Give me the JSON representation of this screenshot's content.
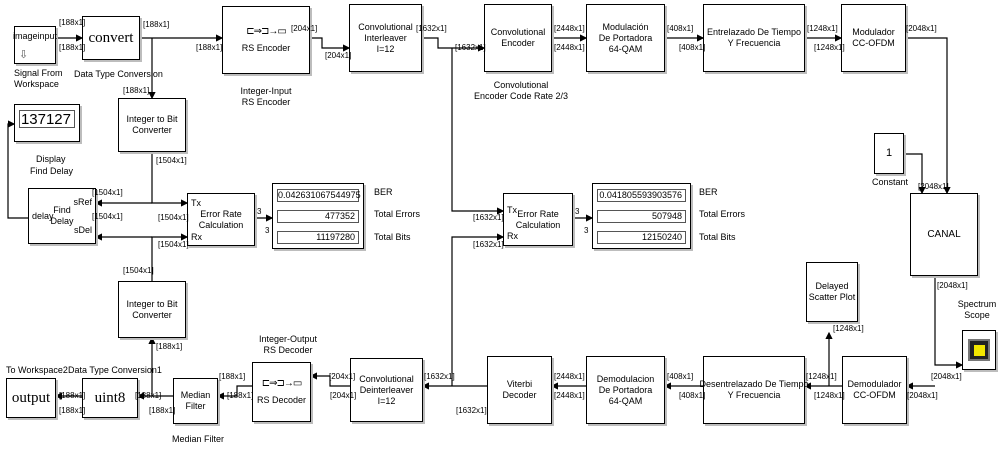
{
  "blocks": {
    "signal_from_workspace": {
      "label": "imageinput",
      "caption": "Signal From\nWorkspace"
    },
    "convert_top": {
      "label": "convert",
      "caption": "Data Type Conversion"
    },
    "rs_encoder": {
      "label": "RS Encoder",
      "caption": "Integer-Input\nRS Encoder"
    },
    "conv_interleaver": {
      "label": "Convolutional\nInterleaver\nI=12"
    },
    "conv_encoder": {
      "label": "Convolutional\nEncoder",
      "caption": "Convolutional\nEncoder Code Rate 2/3"
    },
    "qam_mod": {
      "label": "Modulación\nDe Portadora\n64-QAM"
    },
    "interleave_tf": {
      "label": "Entrelazado De Tiempo\nY Frecuencia"
    },
    "ofdm_mod": {
      "label": "Modulador\nCC-OFDM"
    },
    "int_to_bit_top": {
      "label": "Integer to Bit\nConverter"
    },
    "display": {
      "value": "137127",
      "caption": "Display"
    },
    "find_delay": {
      "label": "Find\nDelay",
      "port_delay": "delay",
      "port_sref": "sRef",
      "port_sdel": "sDel",
      "caption": "Find Delay"
    },
    "error_rate_1": {
      "label": "Error Rate\nCalculation",
      "port_tx": "Tx",
      "port_rx": "Rx",
      "out": "3"
    },
    "error_rate_2": {
      "label": "Error Rate\nCalculation",
      "port_tx": "Tx",
      "port_rx": "Rx",
      "out": "3"
    },
    "constant": {
      "label": "1",
      "caption": "Constant"
    },
    "canal": {
      "label": "CANAL"
    },
    "int_to_bit_bottom": {
      "label": "Integer to Bit\nConverter"
    },
    "to_workspace": {
      "label": "output",
      "caption": "To Workspace2"
    },
    "uint8": {
      "label": "uint8",
      "caption": "Data Type Conversion1"
    },
    "median_filter": {
      "label": "Median\nFilter",
      "caption": "Median Filter"
    },
    "rs_decoder": {
      "label": "RS Decoder",
      "caption": "Integer-Output\nRS Decoder"
    },
    "conv_deinterleaver": {
      "label": "Convolutional\nDeinterleaver\nI=12"
    },
    "viterbi": {
      "label": "Viterbi\nDecoder"
    },
    "qam_demod": {
      "label": "Demodulacion\nDe Portadora\n64-QAM"
    },
    "deinterleave_tf": {
      "label": "Desentrelazado De Tiempo\nY Frecuencia"
    },
    "ofdm_demod": {
      "label": "Demodulador\nCC-OFDM"
    },
    "scatter": {
      "label": "Delayed\nScatter Plot"
    },
    "spectrum": {
      "caption": "Spectrum\nScope"
    }
  },
  "ber_display_1": {
    "ber": "0.042631067544975",
    "errors": "477352",
    "bits": "11197280",
    "ber_label": "BER",
    "errors_label": "Total Errors",
    "bits_label": "Total Bits"
  },
  "ber_display_2": {
    "ber": "0.041805593903576",
    "errors": "507948",
    "bits": "12150240",
    "ber_label": "BER",
    "errors_label": "Total Errors",
    "bits_label": "Total Bits"
  },
  "dims": {
    "d188": "[188x1]",
    "d204": "[204x1]",
    "d1632": "[1632x1]",
    "d2448": "[2448x1]",
    "d408": "[408x1]",
    "d1248": "[1248x1]",
    "d2048": "[2048x1]",
    "d1504": "[1504x1]"
  }
}
